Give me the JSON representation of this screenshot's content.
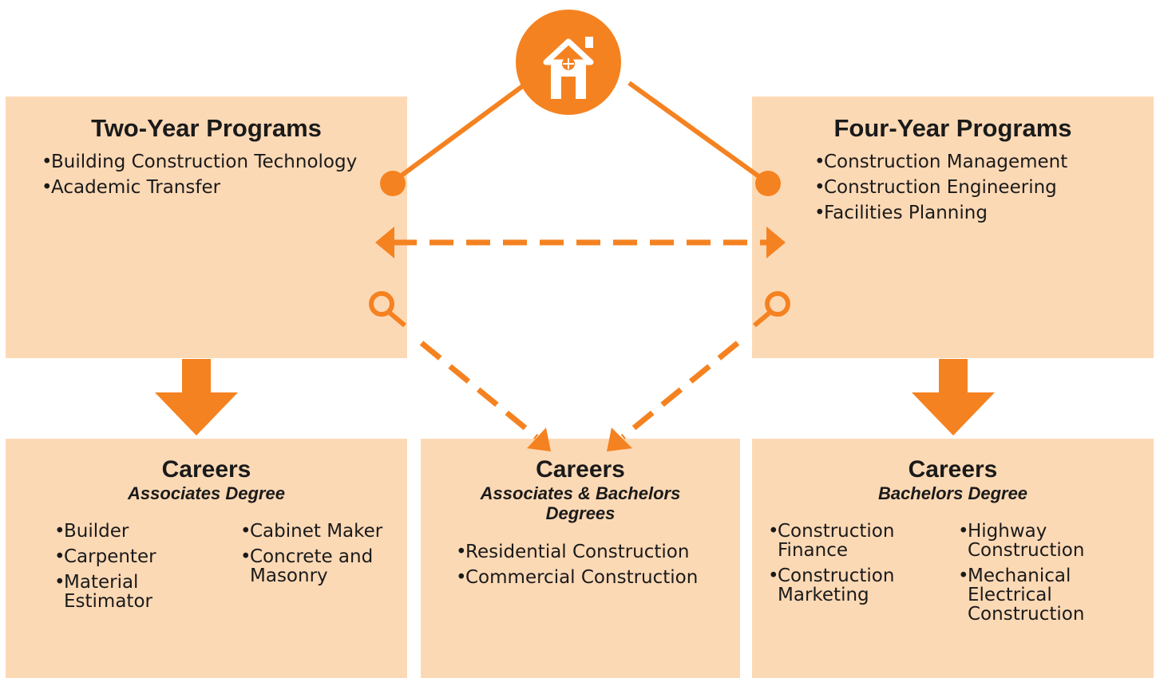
{
  "two_year": {
    "title": "Two-Year Programs",
    "items": [
      "Building Construction Technology",
      "Academic Transfer"
    ]
  },
  "four_year": {
    "title": "Four-Year Programs",
    "items": [
      "Construction Management",
      "Construction Engineering",
      "Facilities Planning"
    ]
  },
  "careers_associates": {
    "title": "Careers",
    "subtitle": "Associates Degree",
    "col1": [
      "Builder",
      "Carpenter",
      "Material Estimator"
    ],
    "col2": [
      "Cabinet Maker",
      "Concrete and Masonry"
    ]
  },
  "careers_both": {
    "title": "Careers",
    "subtitle": "Associates & Bachelors Degrees",
    "items": [
      "Residential Construction",
      "Commercial Construction"
    ]
  },
  "careers_bachelors": {
    "title": "Careers",
    "subtitle": "Bachelors Degree",
    "col1": [
      "Construction Finance",
      "Construction Marketing"
    ],
    "col2": [
      "Highway Construction",
      "Mechanical Electrical Construction"
    ]
  },
  "colors": {
    "accent": "#f58220",
    "box_fill": "#fcd9b5"
  },
  "icons": {
    "center": "house-icon",
    "left_key": "magnifier-icon",
    "right_key": "magnifier-icon"
  }
}
